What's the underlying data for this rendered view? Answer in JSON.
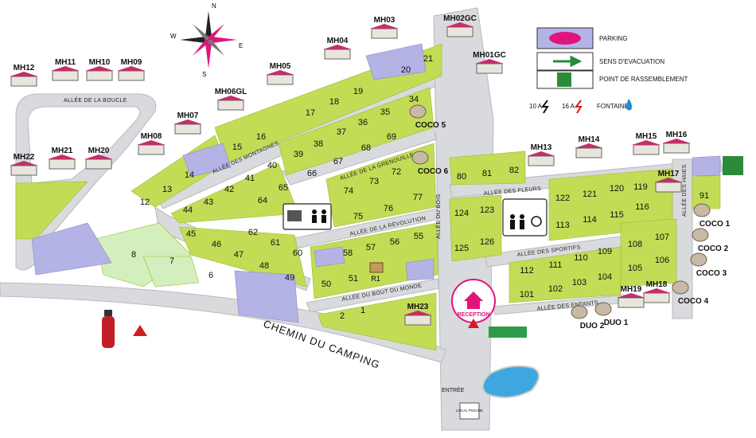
{
  "compass": {
    "n": "N",
    "e": "E",
    "s": "S",
    "w": "W"
  },
  "legend": {
    "parking": "PARKING",
    "evacuation": "SENS D'EVACUATION",
    "assembly": "POINT DE RASSEMBLEMENT",
    "amp10": "10 A",
    "amp16": "16 A",
    "fountain": "FONTAINE"
  },
  "roads": {
    "boucle": "ALLÉE DE LA BOUCLE",
    "montagnes": "ALLÉE DES MONTAGNES",
    "grenouille": "ALLÉE DE LA GRENOUILLE",
    "revolution": "ALLÉE DE LA RÉVOLUTION",
    "bout": "ALLÉE DU BOUT DU MONDE",
    "bois": "ALLÉE DU BOIS",
    "fleurs": "ALLÉE DES FLEURS",
    "sportifs": "ALLÉE DES SPORTIFS",
    "enfants": "ALLÉE DES ENFANTS",
    "haies": "ALLÉE DES HAIES",
    "camping": "CHEMIN DU CAMPING"
  },
  "labels": {
    "reception": "RECEPTION",
    "entree": "ENTRÉE",
    "piscine": "LOCAL PISCINE",
    "r1": "R1"
  },
  "cabins": [
    "MH12",
    "MH11",
    "MH10",
    "MH09",
    "MH22",
    "MH21",
    "MH20",
    "MH08",
    "MH07",
    "MH06GL",
    "MH05",
    "MH04",
    "MH03",
    "MH02GC",
    "MH01GC",
    "MH13",
    "MH14",
    "MH15",
    "MH16",
    "MH17",
    "MH19",
    "MH18",
    "MH23",
    "COCO 1",
    "COCO 2",
    "COCO 3",
    "COCO 4",
    "COCO 5",
    "COCO 6",
    "DUO 2",
    "DUO 1"
  ],
  "pitches": {
    "top_row": [
      "15",
      "16",
      "17",
      "18",
      "19",
      "20",
      "21"
    ],
    "left_strip": [
      "12",
      "13",
      "14"
    ],
    "band_a": [
      "42",
      "41",
      "40",
      "43",
      "64",
      "65"
    ],
    "band_b": [
      "39",
      "38",
      "37",
      "36",
      "35",
      "34",
      "66",
      "67",
      "68",
      "69"
    ],
    "band_c": [
      "74",
      "73",
      "72",
      "75",
      "76",
      "77"
    ],
    "lower_left": [
      "45",
      "46",
      "47",
      "62",
      "61",
      "60",
      "48",
      "49"
    ],
    "lower_mid": [
      "58",
      "57",
      "56",
      "55",
      "50",
      "51"
    ],
    "lawn": [
      "8",
      "7",
      "6",
      "44",
      "2",
      "1"
    ],
    "fleurs_row": [
      "80",
      "81",
      "82"
    ],
    "sport_left": [
      "124",
      "123",
      "125",
      "126"
    ],
    "sport_mid": [
      "122",
      "121",
      "120",
      "119",
      "113",
      "114",
      "115",
      "116"
    ],
    "sport_low": [
      "112",
      "111",
      "110",
      "109",
      "101",
      "102",
      "103",
      "104"
    ],
    "sport_right": [
      "108",
      "107",
      "105",
      "106",
      "91"
    ]
  }
}
